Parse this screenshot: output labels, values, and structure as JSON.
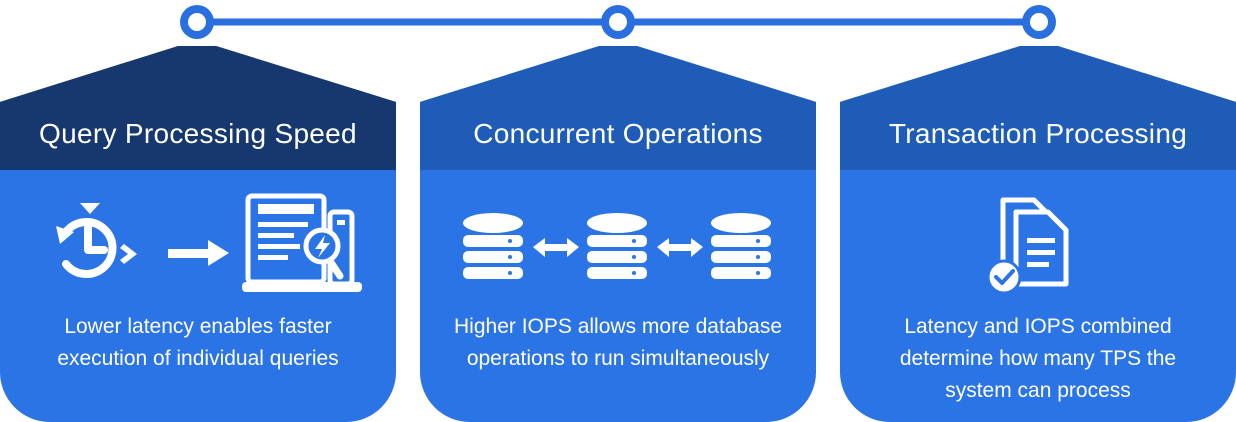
{
  "colors": {
    "connector": "#2a6fe0",
    "title_band_first": "#17386f",
    "title_band": "#1f5cb8",
    "card_body": "#2b74e6",
    "icon": "#ffffff"
  },
  "cards": [
    {
      "title": "Query Processing Speed",
      "description_lines": [
        "Lower latency enables faster",
        "execution of individual queries"
      ],
      "icons": [
        "stopwatch-icon",
        "arrow-right-icon",
        "report-analysis-icon"
      ]
    },
    {
      "title": "Concurrent Operations",
      "description_lines": [
        "Higher IOPS allows more database",
        "operations to run simultaneously"
      ],
      "icons": [
        "database-icon",
        "double-arrow-icon",
        "database-icon",
        "double-arrow-icon",
        "database-icon"
      ]
    },
    {
      "title": "Transaction Processing",
      "description_lines": [
        "Latency and IOPS combined",
        "determine how many TPS the",
        "system can process"
      ],
      "icons": [
        "documents-check-icon"
      ]
    }
  ]
}
